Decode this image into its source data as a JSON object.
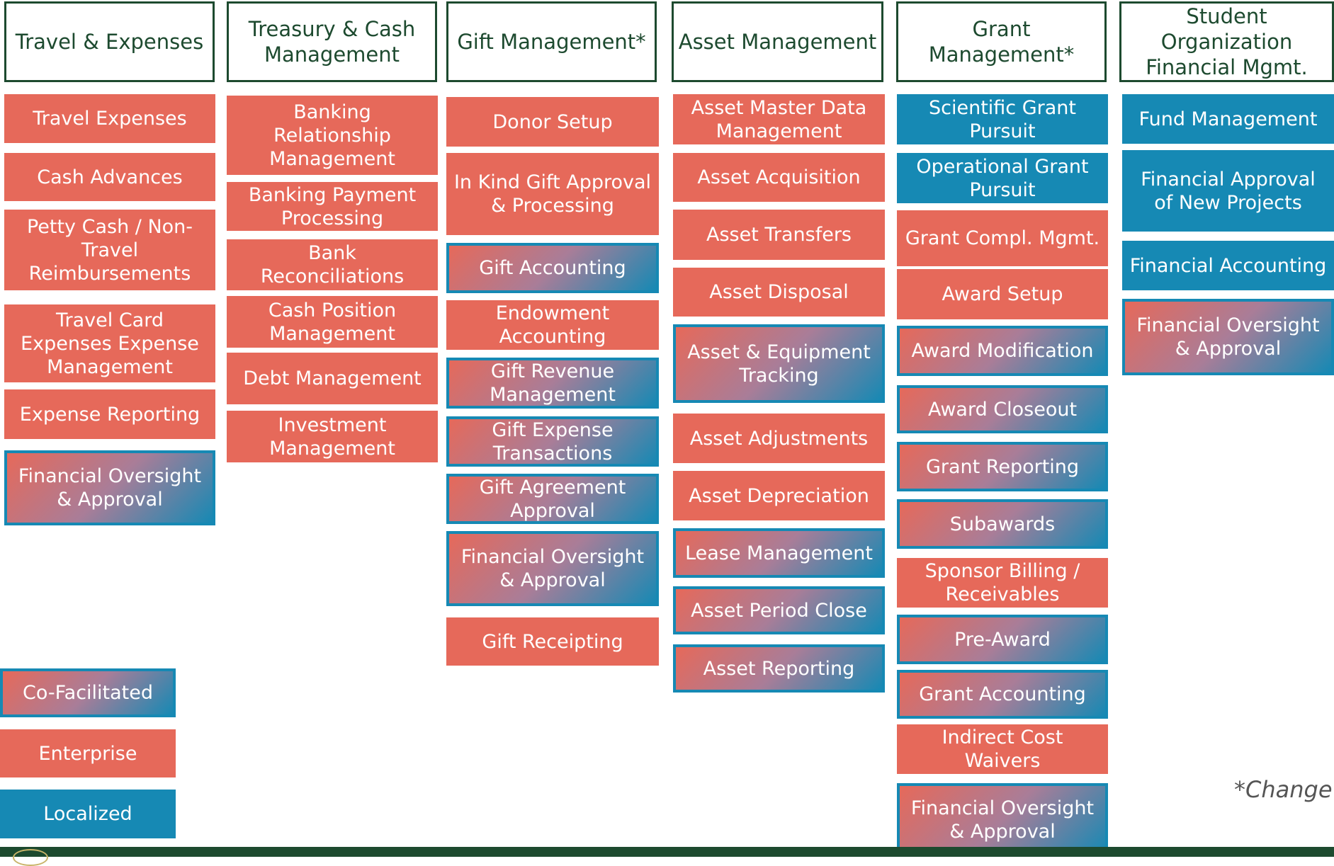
{
  "colors": {
    "enterprise": "#e6695a",
    "localized": "#1689b4",
    "header_border": "#1d4a2f",
    "footer": "#1d4a2f"
  },
  "columns": [
    {
      "header": "Travel & Expenses",
      "items": [
        {
          "label": "Travel Expenses",
          "type": "enterprise"
        },
        {
          "label": "Cash Advances",
          "type": "enterprise"
        },
        {
          "label": "Petty Cash / Non-Travel Reimbursements",
          "type": "enterprise"
        },
        {
          "label": "Travel Card Expenses Expense Management",
          "type": "enterprise"
        },
        {
          "label": "Expense Reporting",
          "type": "enterprise"
        },
        {
          "label": "Financial Oversight & Approval",
          "type": "co-facilitated"
        }
      ]
    },
    {
      "header": "Treasury & Cash Management",
      "items": [
        {
          "label": "Banking Relationship Management",
          "type": "enterprise"
        },
        {
          "label": "Banking Payment Processing",
          "type": "enterprise"
        },
        {
          "label": "Bank Reconciliations",
          "type": "enterprise"
        },
        {
          "label": "Cash Position Management",
          "type": "enterprise"
        },
        {
          "label": "Debt Management",
          "type": "enterprise"
        },
        {
          "label": "Investment Management",
          "type": "enterprise"
        }
      ]
    },
    {
      "header": "Gift Management*",
      "items": [
        {
          "label": "Donor Setup",
          "type": "enterprise"
        },
        {
          "label": "In Kind Gift Approval & Processing",
          "type": "enterprise"
        },
        {
          "label": "Gift Accounting",
          "type": "co-facilitated"
        },
        {
          "label": "Endowment Accounting",
          "type": "enterprise"
        },
        {
          "label": "Gift Revenue Management",
          "type": "co-facilitated"
        },
        {
          "label": "Gift Expense Transactions",
          "type": "co-facilitated"
        },
        {
          "label": "Gift Agreement Approval",
          "type": "co-facilitated"
        },
        {
          "label": "Financial Oversight & Approval",
          "type": "co-facilitated"
        },
        {
          "label": "Gift Receipting",
          "type": "enterprise"
        }
      ]
    },
    {
      "header": "Asset Management",
      "items": [
        {
          "label": "Asset Master Data Management",
          "type": "enterprise"
        },
        {
          "label": "Asset Acquisition",
          "type": "enterprise"
        },
        {
          "label": "Asset Transfers",
          "type": "enterprise"
        },
        {
          "label": "Asset Disposal",
          "type": "enterprise"
        },
        {
          "label": "Asset & Equipment Tracking",
          "type": "co-facilitated"
        },
        {
          "label": "Asset Adjustments",
          "type": "enterprise"
        },
        {
          "label": "Asset Depreciation",
          "type": "enterprise"
        },
        {
          "label": "Lease Management",
          "type": "co-facilitated"
        },
        {
          "label": "Asset Period Close",
          "type": "co-facilitated"
        },
        {
          "label": "Asset Reporting",
          "type": "co-facilitated"
        }
      ]
    },
    {
      "header": "Grant Management*",
      "items": [
        {
          "label": "Scientific Grant Pursuit",
          "type": "localized"
        },
        {
          "label": "Operational Grant Pursuit",
          "type": "localized"
        },
        {
          "label": "Grant Compl. Mgmt.",
          "type": "enterprise"
        },
        {
          "label": "Award Setup",
          "type": "enterprise"
        },
        {
          "label": "Award Modification",
          "type": "co-facilitated"
        },
        {
          "label": "Award Closeout",
          "type": "co-facilitated"
        },
        {
          "label": "Grant Reporting",
          "type": "co-facilitated"
        },
        {
          "label": "Subawards",
          "type": "co-facilitated"
        },
        {
          "label": "Sponsor Billing / Receivables",
          "type": "enterprise"
        },
        {
          "label": "Pre-Award",
          "type": "co-facilitated"
        },
        {
          "label": "Grant Accounting",
          "type": "co-facilitated"
        },
        {
          "label": "Indirect Cost Waivers",
          "type": "enterprise"
        },
        {
          "label": "Financial Oversight & Approval",
          "type": "co-facilitated"
        }
      ]
    },
    {
      "header": "Student Organization Financial Mgmt.",
      "items": [
        {
          "label": "Fund Management",
          "type": "localized"
        },
        {
          "label": "Financial Approval of New Projects",
          "type": "localized"
        },
        {
          "label": "Financial Accounting",
          "type": "localized"
        },
        {
          "label": "Financial Oversight & Approval",
          "type": "co-facilitated"
        }
      ]
    }
  ],
  "legend": [
    {
      "label": "Co-Facilitated",
      "type": "co-facilitated"
    },
    {
      "label": "Enterprise",
      "type": "enterprise"
    },
    {
      "label": "Localized",
      "type": "localized"
    }
  ],
  "footnote": "*Change"
}
